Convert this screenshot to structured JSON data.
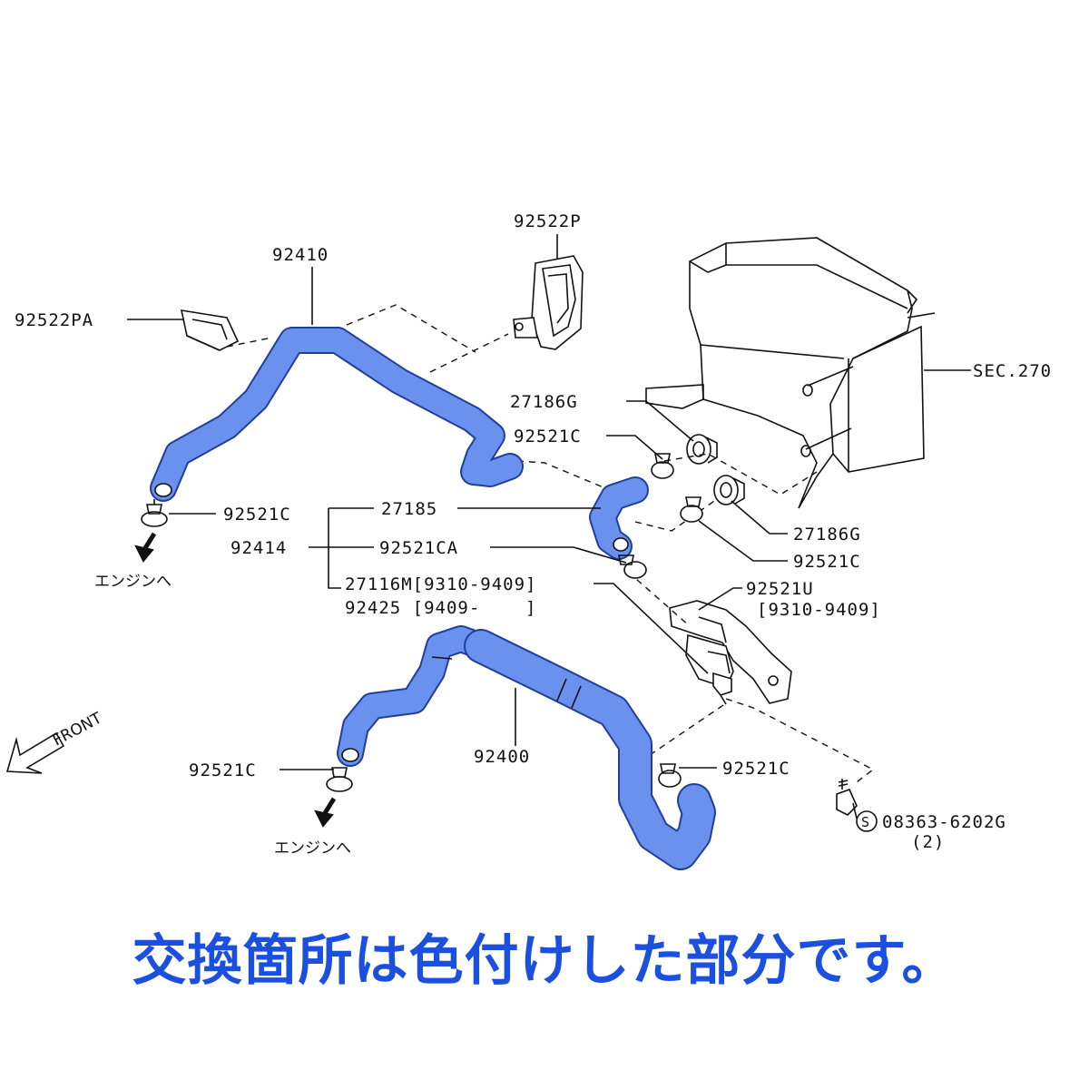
{
  "colors": {
    "hose": "#6b91ee",
    "caption": "#1a4fe0"
  },
  "labels": {
    "p92522P": "92522P",
    "p92410": "92410",
    "p92522PA": "92522PA",
    "sec270": "SEC.270",
    "p27186G_top": "27186G",
    "p92521C_mid": "92521C",
    "p92521C_left": "92521C",
    "p27185": "27185",
    "p27186G_bottom": "27186G",
    "p92414": "92414",
    "p92521CA": "92521CA",
    "p92521C_right": "92521C",
    "p27116M": "27116M[9310-9409]",
    "p92521U": "92521U",
    "p92521U_range": "[9310-9409]",
    "p92425": "92425 [9409-    ]",
    "p92400": "92400",
    "p92521C_lowleft": "92521C",
    "p92521C_lowright": "92521C",
    "p08363": "08363-6202G",
    "p08363_qty": "(2)",
    "bolt_symbol": "S",
    "front": "FRONT",
    "to_engine_top": "エンジンへ",
    "to_engine_bottom": "エンジンへ"
  },
  "caption": "交換箇所は色付けした部分です。"
}
